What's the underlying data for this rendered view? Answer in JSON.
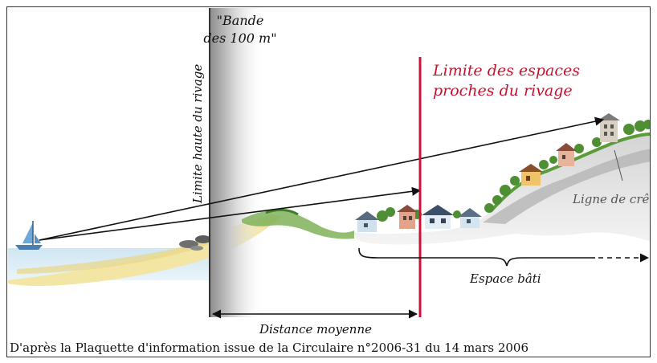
{
  "labels": {
    "bande_line1": "\"Bande",
    "bande_line2": "des 100 m\"",
    "limite_haute": "Limite haute du rivage",
    "limite_espaces_line1": "Limite des espaces",
    "limite_espaces_line2": "proches du rivage",
    "ligne_crete": "Ligne de crête",
    "espace_bati": "Espace bâti",
    "distance_moyenne": "Distance moyenne"
  },
  "caption": "D'après la Plaquette d'information issue de la Circulaire n°2006-31 du 14 mars 2006",
  "colors": {
    "limit_line": "#d0103a",
    "limit_text": "#c8102e",
    "sea": "#bcdcee",
    "sand": "#f2e6a6",
    "vegetation": "#5a9c3a",
    "hill": "#d9d9d9",
    "band_gray": "#9a9a9a"
  },
  "icons": [
    "sailboat-icon",
    "house-icon",
    "tree-icon",
    "rock-icon"
  ]
}
